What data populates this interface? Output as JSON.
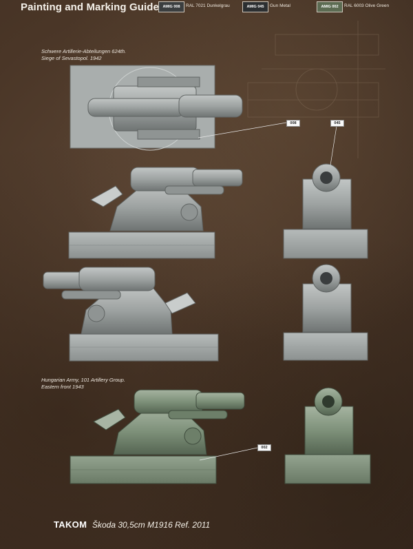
{
  "header": {
    "title": "Painting and Marking Guide",
    "paints": [
      {
        "code": "AMIG 008",
        "name": "RAL 7021 Dunkelgrau",
        "color": "#3b3e3f"
      },
      {
        "code": "AMIG 045",
        "name": "Gun Metal",
        "color": "#2c2f31"
      },
      {
        "code": "AMIG 002",
        "name": "RAL 6003 Olive Green",
        "color": "#5c6b52"
      }
    ]
  },
  "schemes": [
    {
      "caption_line1": "Schwere Artillerie-Abteilungen 624th.",
      "caption_line2": "Siege of Sevastopol. 1942",
      "color": "#9ea3a2"
    },
    {
      "caption_line1": "Hungarian Army, 101 Artillery Group.",
      "caption_line2": "Eastern front 1943",
      "color": "#7e917a"
    }
  ],
  "callouts": {
    "a": "008",
    "b": "045",
    "c": "002"
  },
  "footer": {
    "brand": "TAKOM",
    "model": "Škoda 30,5cm M1916 Ref. 2011"
  }
}
